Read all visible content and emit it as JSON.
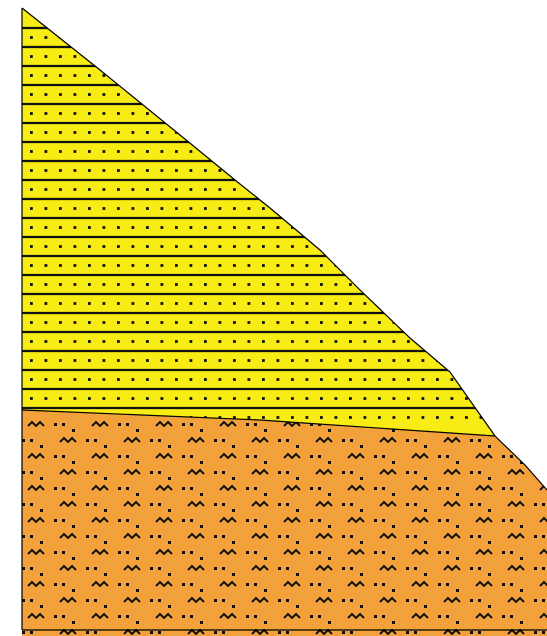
{
  "diagram": {
    "kind": "geologic-cross-section",
    "layers": [
      {
        "id": "upper-layer",
        "fill_color": "#F7EC13",
        "pattern": "horizontal-lines-with-dots"
      },
      {
        "id": "lower-layer",
        "fill_color": "#F2A13B",
        "pattern": "wavy-marks-with-dashes"
      }
    ],
    "colors": {
      "outline": "#000000",
      "pattern_ink": "#111111",
      "background": "#FFFFFF"
    }
  }
}
